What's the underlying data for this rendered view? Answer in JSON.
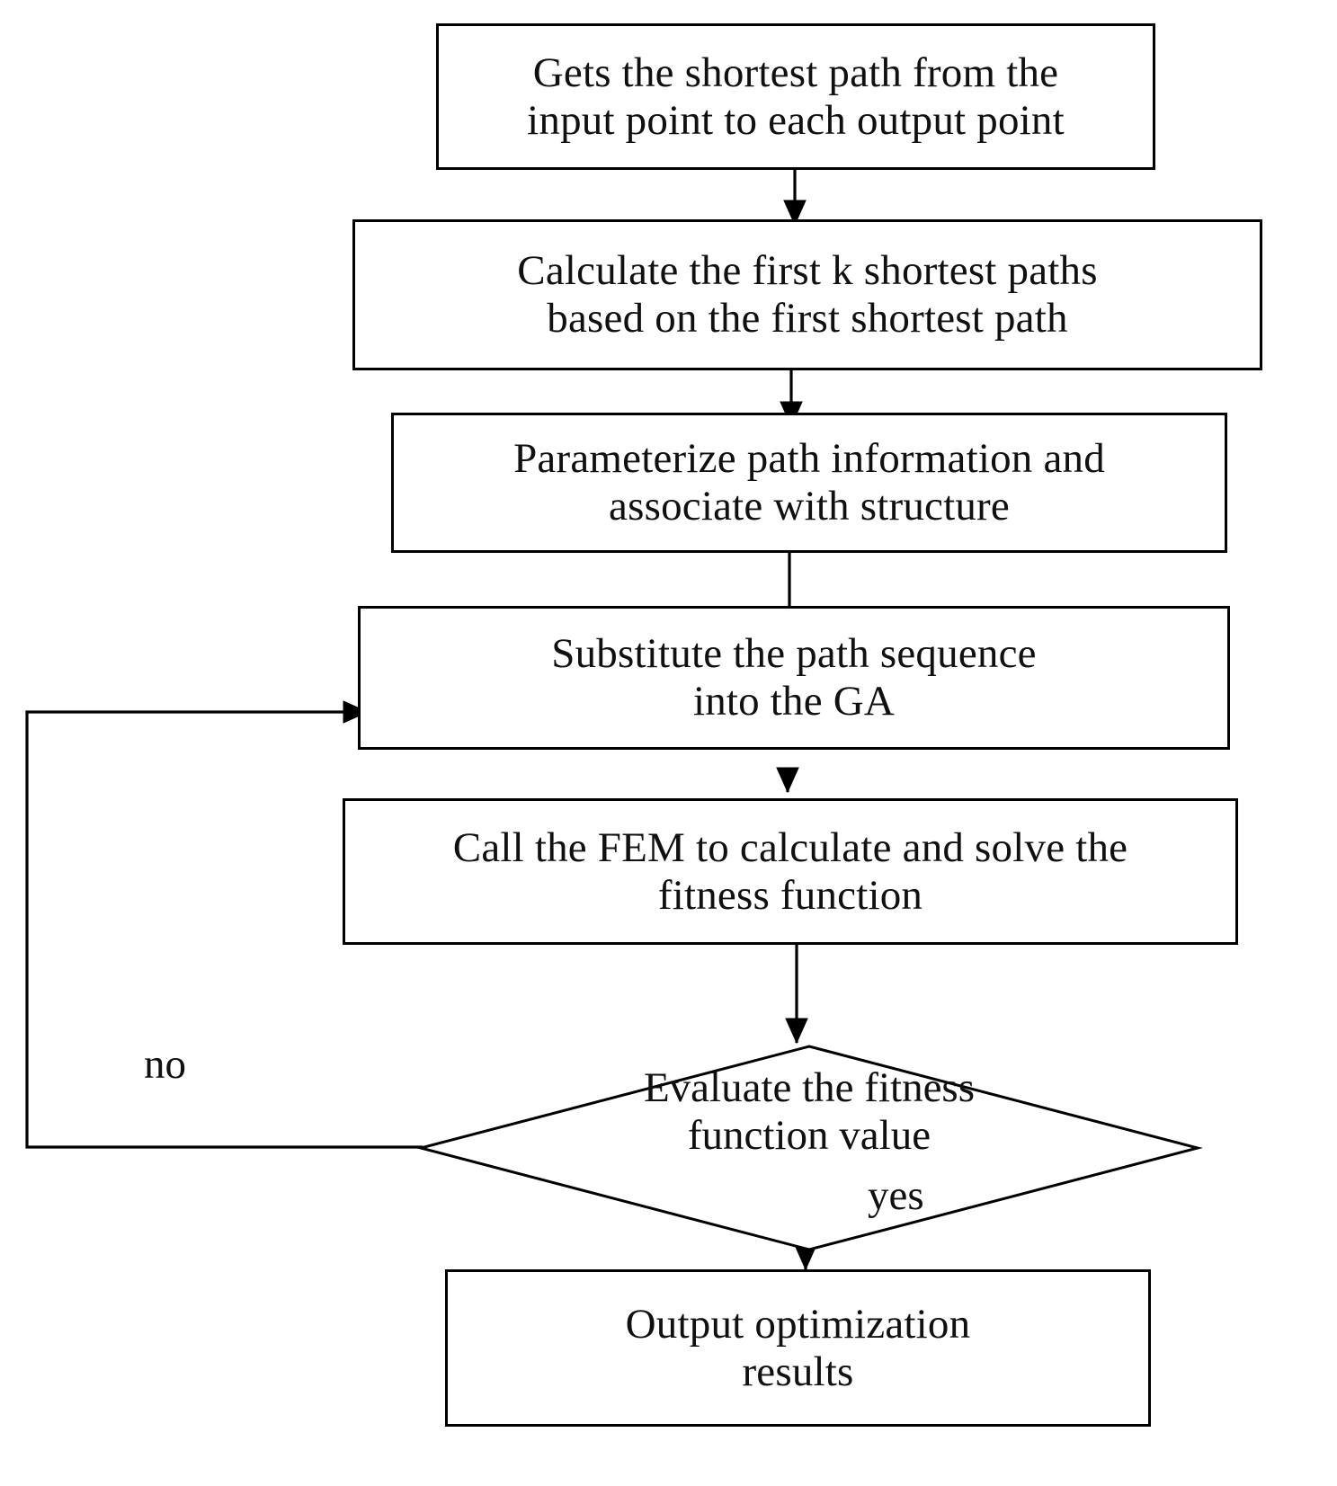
{
  "diagram": {
    "title": "Path planning and GA optimization flowchart",
    "type": "flowchart",
    "background_color": "#ffffff",
    "stroke_color": "#000000",
    "text_color": "#101010",
    "nodes": [
      {
        "id": "n1",
        "shape": "process",
        "text": "Gets the shortest path from the\ninput point to each output point",
        "font_size": 47
      },
      {
        "id": "n2",
        "shape": "process",
        "text": "Calculate  the first k shortest paths\nbased on the first shortest path",
        "font_size": 47
      },
      {
        "id": "n3",
        "shape": "process",
        "text": "Parameterize path information and\nassociate with structure",
        "font_size": 47
      },
      {
        "id": "n4",
        "shape": "process",
        "text": "Substitute the path sequence\ninto the GA",
        "font_size": 47
      },
      {
        "id": "n5",
        "shape": "process",
        "text": "Call the FEM to calculate and solve the\nfitness function",
        "font_size": 47
      },
      {
        "id": "n6",
        "shape": "decision",
        "text": "Evaluate the fitness\nfunction value",
        "font_size": 47
      },
      {
        "id": "n7",
        "shape": "process",
        "text": "Output optimization\nresults",
        "font_size": 47
      }
    ],
    "edge_labels": {
      "no": "no",
      "yes": "yes"
    }
  }
}
